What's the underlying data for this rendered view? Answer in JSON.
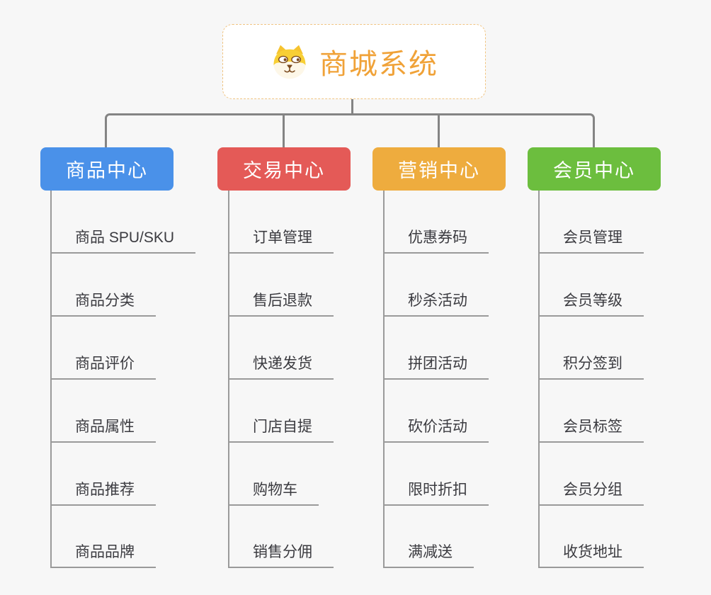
{
  "page": {
    "background_color": "#f7f7f7",
    "connector_color": "#848484",
    "spine_color": "#9a9a9a"
  },
  "root": {
    "title": "商城系统",
    "title_color": "#f0a238",
    "border_color": "#f0c482",
    "icon": "dog-face-icon"
  },
  "branches": [
    {
      "label": "商品中心",
      "color": "#4a91e9",
      "children": [
        "商品 SPU/SKU",
        "商品分类",
        "商品评价",
        "商品属性",
        "商品推荐",
        "商品品牌"
      ]
    },
    {
      "label": "交易中心",
      "color": "#e45a57",
      "children": [
        "订单管理",
        "售后退款",
        "快递发货",
        "门店自提",
        "购物车",
        "销售分佣"
      ]
    },
    {
      "label": "营销中心",
      "color": "#eeac3e",
      "children": [
        "优惠券码",
        "秒杀活动",
        "拼团活动",
        "砍价活动",
        "限时折扣",
        "满减送"
      ]
    },
    {
      "label": "会员中心",
      "color": "#6cbe3e",
      "children": [
        "会员管理",
        "会员等级",
        "积分签到",
        "会员标签",
        "会员分组",
        "收货地址"
      ]
    }
  ]
}
